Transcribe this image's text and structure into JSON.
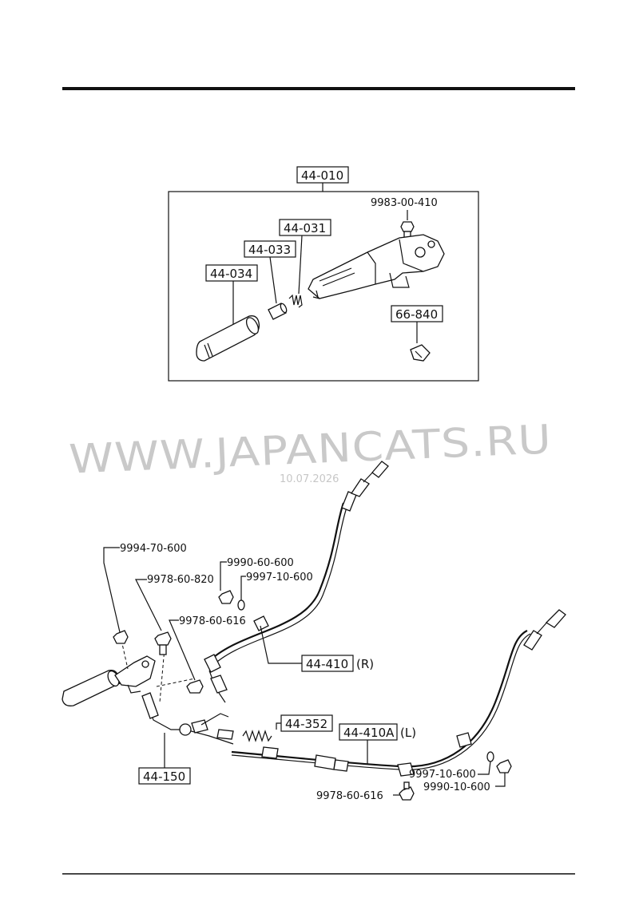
{
  "watermark": {
    "site": "WWW.JAPANCATS.RU",
    "date": "10.07.2026"
  },
  "assembly_box": {
    "label": "44-010"
  },
  "upper_parts": {
    "bolt_top": "9983-00-410",
    "spring": "44-031",
    "bushing": "44-033",
    "grip": "44-034",
    "clip": "66-840"
  },
  "lower_parts": {
    "nut_left": "9994-70-600",
    "bolt_lever": "9978-60-820",
    "nut_upper": "9990-60-600",
    "washer_upper": "9997-10-600",
    "bolt_mid": "9978-60-616",
    "cable_right": "44-410",
    "cable_right_suffix": "(R)",
    "return_spring": "44-352",
    "cable_left": "44-410A",
    "cable_left_suffix": "(L)",
    "front_cable": "44-150",
    "washer_lower": "9997-10-600",
    "nut_lower": "9990-10-600",
    "bolt_lower": "9978-60-616"
  }
}
